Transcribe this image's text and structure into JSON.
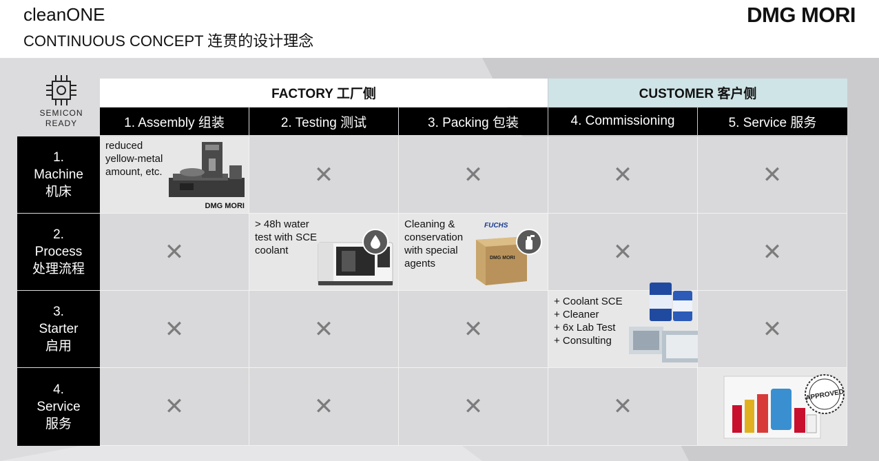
{
  "header": {
    "title": "cleanONE",
    "subtitle": "CONTINUOUS CONCEPT 连贯的设计理念",
    "logo_text": "DMG MORI"
  },
  "badge": {
    "line1": "SEMICON",
    "line2": "READY"
  },
  "groups": {
    "factory": "FACTORY 工厂侧",
    "customer": "CUSTOMER 客户侧"
  },
  "columns": [
    "1. Assembly 组装",
    "2. Testing 测试",
    "3. Packing 包装",
    "4. Commissioning",
    "5. Service 服务"
  ],
  "rows": [
    {
      "num": "1.",
      "name": "Machine",
      "cn": "机床"
    },
    {
      "num": "2.",
      "name": "Process",
      "cn": "处理流程"
    },
    {
      "num": "3.",
      "name": "Starter",
      "cn": "启用"
    },
    {
      "num": "4.",
      "name": "Service",
      "cn": "服务"
    }
  ],
  "cells": {
    "machine_assembly": [
      "reduced",
      "yellow-metal",
      "amount, etc."
    ],
    "machine_logo": "DMG MORI",
    "process_testing": [
      "> 48h water",
      "test with SCE",
      "coolant"
    ],
    "process_packing": [
      "Cleaning &",
      "conservation",
      "with special",
      "agents"
    ],
    "fuchs_logo": "FUCHS",
    "crate_logo": "DMG MORI",
    "starter_commissioning": [
      "+ Coolant SCE",
      "+ Cleaner",
      "+ 6x Lab Test",
      "+ Consulting"
    ],
    "approved_stamp": "APPROVED"
  },
  "cross_symbol": "✕",
  "colors": {
    "accent_customer": "#cfe4e6",
    "header_black": "#000000",
    "cell_gray": "#d9d9db",
    "cross_gray": "#7c7c7c"
  }
}
